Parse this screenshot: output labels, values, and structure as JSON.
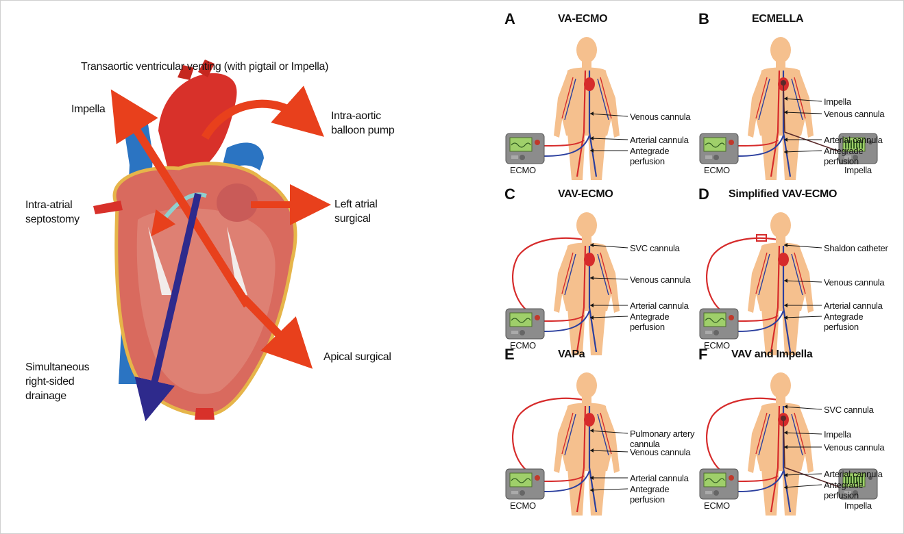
{
  "heart": {
    "title": "Transaortic ventricular venting (with pigtail or Impella)",
    "labels": {
      "impella": "Impella",
      "iabp": "Intra-aortic\nballoon pump",
      "septostomy": "Intra-atrial\nseptostomy",
      "left_atrial": "Left atrial\nsurgical",
      "apical": "Apical surgical",
      "right_drainage": "Simultaneous\nright-sided\ndrainage"
    }
  },
  "panels": [
    {
      "letter": "A",
      "title": "VA-ECMO",
      "labels": [
        "Venous cannula",
        "Arterial cannula",
        "Antegrade\nperfusion"
      ],
      "devices": [
        "ECMO"
      ]
    },
    {
      "letter": "B",
      "title": "ECMELLA",
      "labels": [
        "Impella",
        "Venous cannula",
        "Arterial cannula",
        "Antegrade\nperfusion"
      ],
      "devices": [
        "ECMO",
        "Impella"
      ]
    },
    {
      "letter": "C",
      "title": "VAV-ECMO",
      "labels": [
        "SVC cannula",
        "Venous cannula",
        "Arterial cannula",
        "Antegrade\nperfusion"
      ],
      "devices": [
        "ECMO"
      ]
    },
    {
      "letter": "D",
      "title": "Simplified VAV-ECMO",
      "labels": [
        "Shaldon catheter",
        "Venous cannula",
        "Arterial cannula",
        "Antegrade\nperfusion"
      ],
      "devices": [
        "ECMO"
      ]
    },
    {
      "letter": "E",
      "title": "VAPa",
      "labels": [
        "Pulmonary artery\ncannula",
        "Venous cannula",
        "Arterial cannula",
        "Antegrade\nperfusion"
      ],
      "devices": [
        "ECMO"
      ]
    },
    {
      "letter": "F",
      "title": "VAV and Impella",
      "labels": [
        "SVC cannula",
        "Impella",
        "Venous cannula",
        "Arterial cannula",
        "Antegrade\nperfusion"
      ],
      "devices": [
        "ECMO",
        "Impella"
      ]
    }
  ],
  "colors": {
    "arrow_red": "#e8401c",
    "arrow_blue": "#2e2a8c",
    "skin": "#f5c08e",
    "artery": "#d62b2b",
    "vein": "#2b3f9e",
    "aorta": "#d8312a",
    "vena_cava": "#2b74c2",
    "myocardium": "#d96a5e",
    "device_screen": "#9fcf6a"
  },
  "icons": {
    "ecmo_device": "ecmo-console-icon",
    "impella_device": "impella-console-icon"
  }
}
